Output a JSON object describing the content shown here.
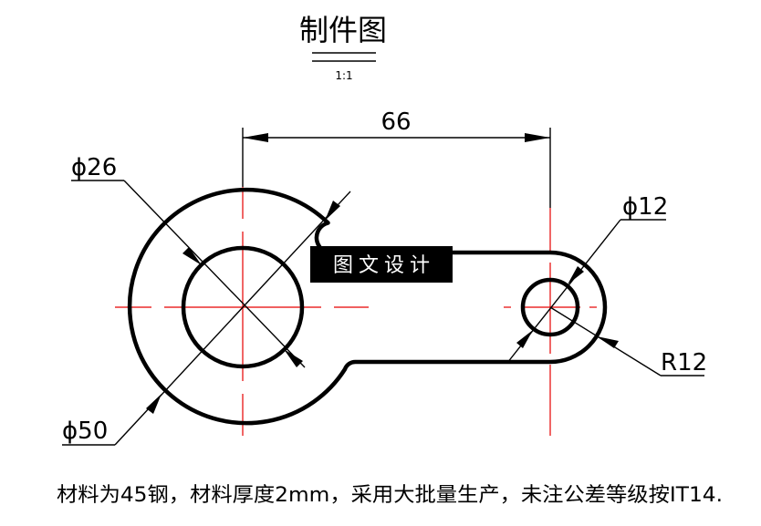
{
  "drawing": {
    "title": "制件图",
    "scale": "1:1",
    "watermark": "图文设计",
    "note": "材料为45钢，材料厚度2mm，采用大批量生产，未注公差等级按IT14.",
    "dimensions": {
      "center_distance": "66",
      "large_hole_dia": "ϕ26",
      "outer_dia": "ϕ50",
      "small_hole_dia": "ϕ12",
      "end_radius": "R12"
    },
    "colors": {
      "outline": "#000000",
      "center_line": "#e60000",
      "watermark_bg": "#000000"
    }
  }
}
